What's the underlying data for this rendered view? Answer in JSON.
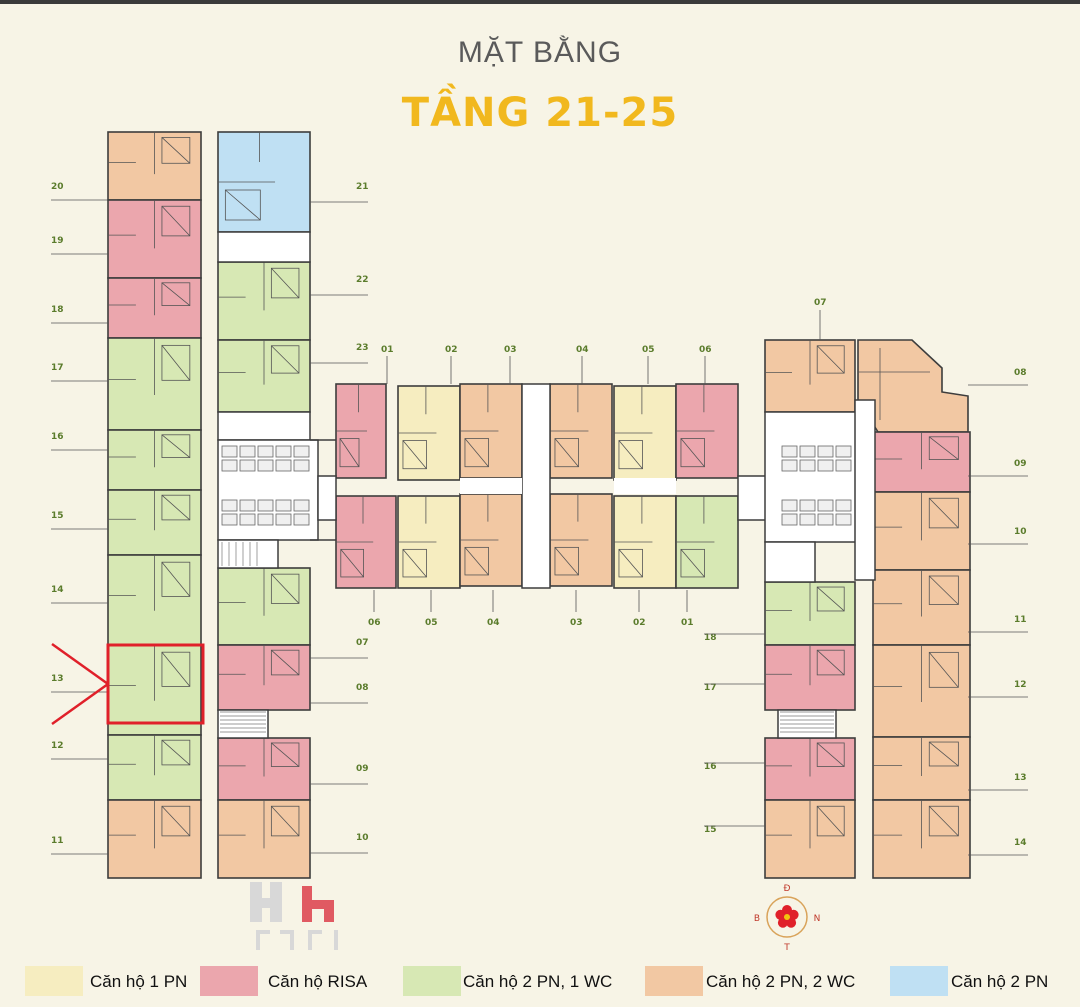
{
  "title": "MẶT BẰNG",
  "subtitle": "TẦNG 21-25",
  "colors": {
    "one_bed": "#f6edc0",
    "risa": "#eba6ad",
    "two_bed_one_wc": "#d7e8b4",
    "two_bed_two_wc": "#f2c8a3",
    "blue": "#bfe0f3",
    "title_accent": "#f1b81e",
    "highlight": "#e0202a",
    "unit_label": "#5b7c2c"
  },
  "unit_labels": {
    "left_outer": [
      "20",
      "19",
      "18",
      "17",
      "16",
      "15",
      "14",
      "13",
      "12",
      "11"
    ],
    "left_inner": [
      "21",
      "22",
      "23",
      "07",
      "08",
      "09",
      "10"
    ],
    "center_top": [
      "01",
      "02",
      "03",
      "04",
      "05",
      "06"
    ],
    "center_bottom": [
      "06",
      "05",
      "04",
      "03",
      "02",
      "01"
    ],
    "right_inner": [
      "07",
      "18",
      "17",
      "16",
      "15"
    ],
    "right_outer": [
      "08",
      "09",
      "10",
      "11",
      "12",
      "13",
      "14"
    ]
  },
  "legend": [
    {
      "label": "Căn hộ 1 PN",
      "color": "#f6edc0"
    },
    {
      "label": "Căn hộ RISA",
      "color": "#eba6ad"
    },
    {
      "label": "Căn hộ 2 PN, 1 WC",
      "color": "#d7e8b4"
    },
    {
      "label": "Căn hộ 2 PN, 2 WC",
      "color": "#f2c8a3"
    },
    {
      "label": "Căn hộ 2 PN",
      "color": "#bfe0f3"
    }
  ],
  "compass": {
    "top": "Đ",
    "left": "B",
    "right": "N",
    "bottom": "T"
  },
  "highlighted_unit": "13"
}
